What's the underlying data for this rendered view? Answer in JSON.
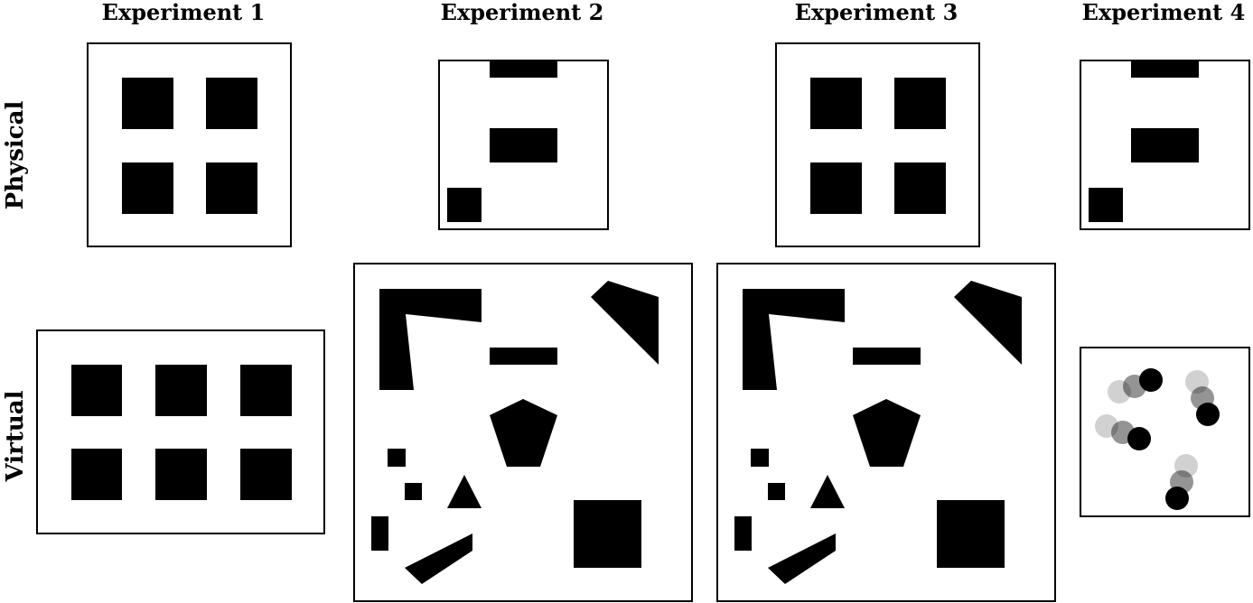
{
  "columns": {
    "exp1": "Experiment 1",
    "exp2": "Experiment 2",
    "exp3": "Experiment 3",
    "exp4": "Experiment 4"
  },
  "rows": {
    "physical": "Physical",
    "virtual": "Virtual"
  },
  "colors": {
    "obstacle": "#000000",
    "frame": "#000000",
    "background": "#ffffff"
  },
  "agents": [
    {
      "trail": [
        "light",
        "medium",
        "dark"
      ]
    },
    {
      "trail": [
        "light",
        "medium",
        "dark"
      ]
    },
    {
      "trail": [
        "light",
        "medium",
        "dark"
      ]
    },
    {
      "trail": [
        "light",
        "medium",
        "dark"
      ]
    }
  ]
}
